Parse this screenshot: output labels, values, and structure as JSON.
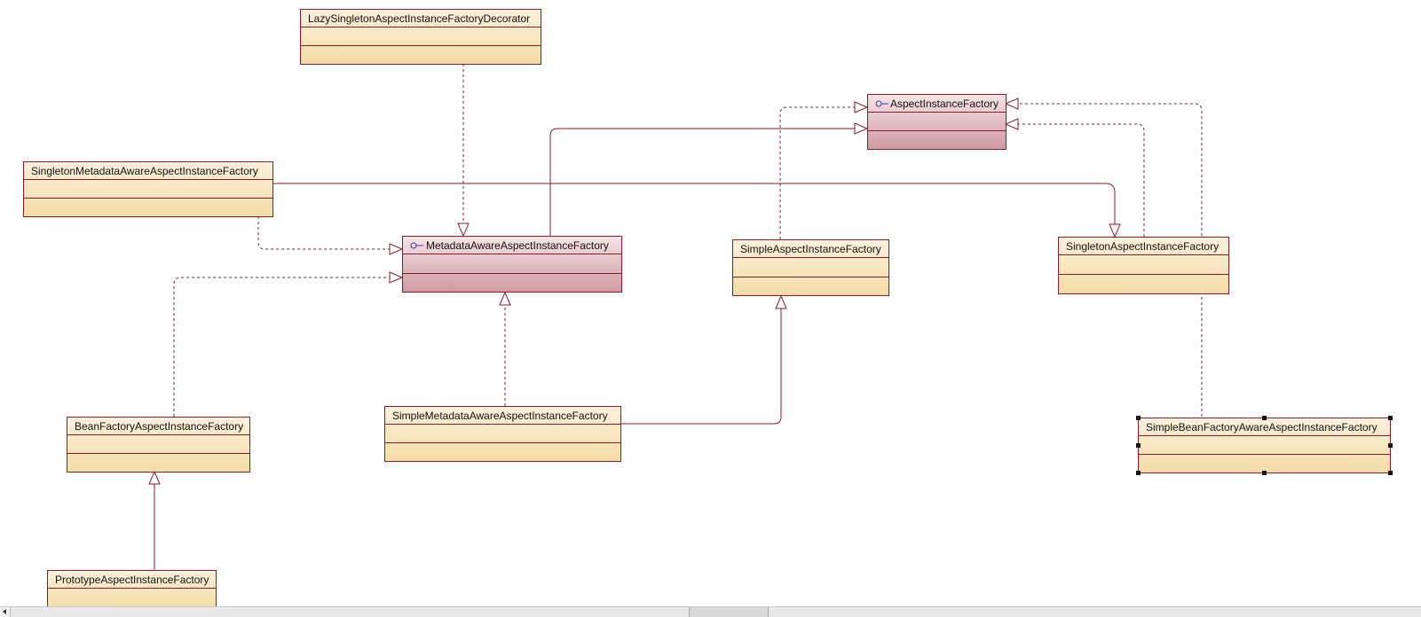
{
  "diagram": {
    "colors": {
      "border": "#8b1a2b",
      "class_fill": "#f4dca6",
      "interface_fill": "#cf9aa3",
      "interface_icon": "#3a3aa8"
    },
    "nodes": [
      {
        "id": "lazy",
        "label": "LazySingletonAspectInstanceFactoryDecorator",
        "kind": "class"
      },
      {
        "id": "aif",
        "label": "AspectInstanceFactory",
        "kind": "interface"
      },
      {
        "id": "smaaif",
        "label": "SingletonMetadataAwareAspectInstanceFactory",
        "kind": "class"
      },
      {
        "id": "maaif",
        "label": "MetadataAwareAspectInstanceFactory",
        "kind": "interface"
      },
      {
        "id": "saif",
        "label": "SimpleAspectInstanceFactory",
        "kind": "class"
      },
      {
        "id": "sgaif",
        "label": "SingletonAspectInstanceFactory",
        "kind": "class"
      },
      {
        "id": "bfaif",
        "label": "BeanFactoryAspectInstanceFactory",
        "kind": "class"
      },
      {
        "id": "simaaif",
        "label": "SimpleMetadataAwareAspectInstanceFactory",
        "kind": "class"
      },
      {
        "id": "sbfaaif",
        "label": "SimpleBeanFactoryAwareAspectInstanceFactory",
        "kind": "class",
        "selected": true
      },
      {
        "id": "paif",
        "label": "PrototypeAspectInstanceFactory",
        "kind": "class"
      }
    ],
    "edges": [
      {
        "from": "lazy",
        "to": "maaif",
        "type": "realization"
      },
      {
        "from": "maaif",
        "to": "aif",
        "type": "generalization"
      },
      {
        "from": "saif",
        "to": "aif",
        "type": "realization"
      },
      {
        "from": "sgaif",
        "to": "aif",
        "type": "realization"
      },
      {
        "from": "sbfaaif",
        "to": "aif",
        "type": "realization"
      },
      {
        "from": "smaaif",
        "to": "sgaif",
        "type": "generalization"
      },
      {
        "from": "smaaif",
        "to": "maaif",
        "type": "realization"
      },
      {
        "from": "bfaif",
        "to": "maaif",
        "type": "realization"
      },
      {
        "from": "simaaif",
        "to": "maaif",
        "type": "realization"
      },
      {
        "from": "simaaif",
        "to": "saif",
        "type": "generalization"
      },
      {
        "from": "paif",
        "to": "bfaif",
        "type": "generalization"
      }
    ]
  }
}
